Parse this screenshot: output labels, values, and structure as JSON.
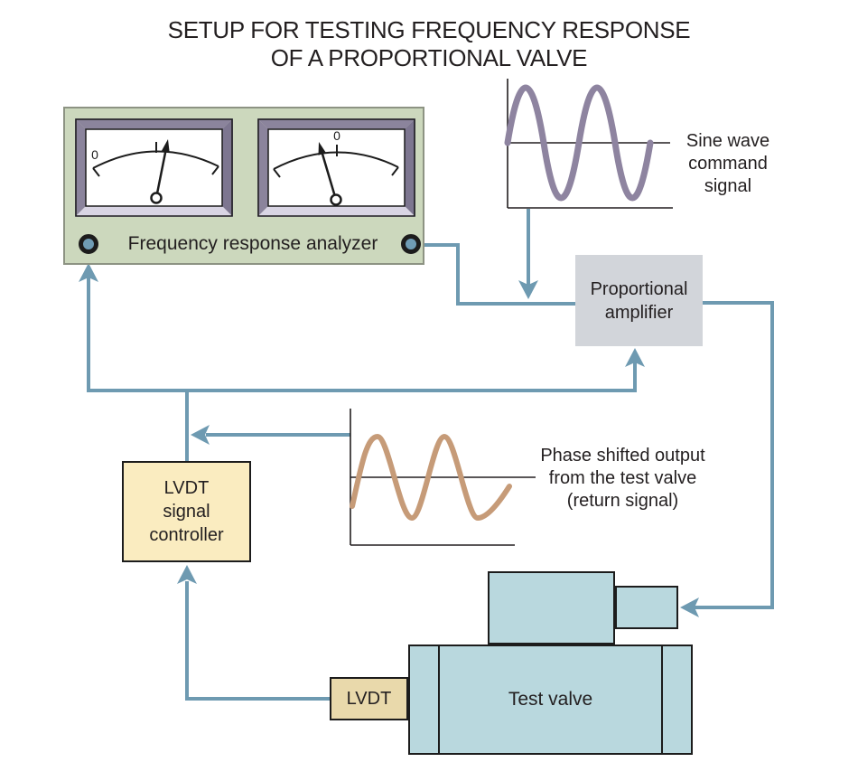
{
  "title": {
    "line1": "SETUP FOR TESTING FREQUENCY RESPONSE",
    "line2": "OF A PROPORTIONAL VALVE"
  },
  "analyzer": {
    "label": "Frequency response analyzer",
    "meter_zero": "0"
  },
  "amplifier": {
    "line1": "Proportional",
    "line2": "amplifier"
  },
  "signal_controller": {
    "line1": "LVDT",
    "line2": "signal",
    "line3": "controller"
  },
  "lvdt": {
    "label": "LVDT"
  },
  "test_valve": {
    "label": "Test valve"
  },
  "command_signal_label": {
    "line1": "Sine wave",
    "line2": "command",
    "line3": "signal"
  },
  "return_signal_label": {
    "line1": "Phase shifted output",
    "line2": "from the test valve",
    "line3": "(return signal)"
  },
  "waveforms": {
    "command": {
      "type": "sine",
      "cycles": 2,
      "color": "#8e84a0",
      "description": "Sine wave command signal"
    },
    "return": {
      "type": "sine",
      "cycles": 2.3,
      "phase": "shifted (lagging)",
      "color": "#c69b78",
      "description": "Phase shifted output from the test valve (return signal)"
    }
  },
  "colors": {
    "wire": "#6e9ab1",
    "analyzer_panel": "#ccd8bd",
    "meter_frame_dark": "#8b849c",
    "meter_frame_light": "#d9d5e4",
    "amplifier_fill": "#d2d5da",
    "controller_fill": "#faecc0",
    "lvdt_fill": "#e9d9ab",
    "valve_fill": "#b9d8de",
    "command_wave": "#8e84a0",
    "return_wave": "#c69b78",
    "knob_center": "#6f9cb5",
    "text": "#231f20"
  }
}
